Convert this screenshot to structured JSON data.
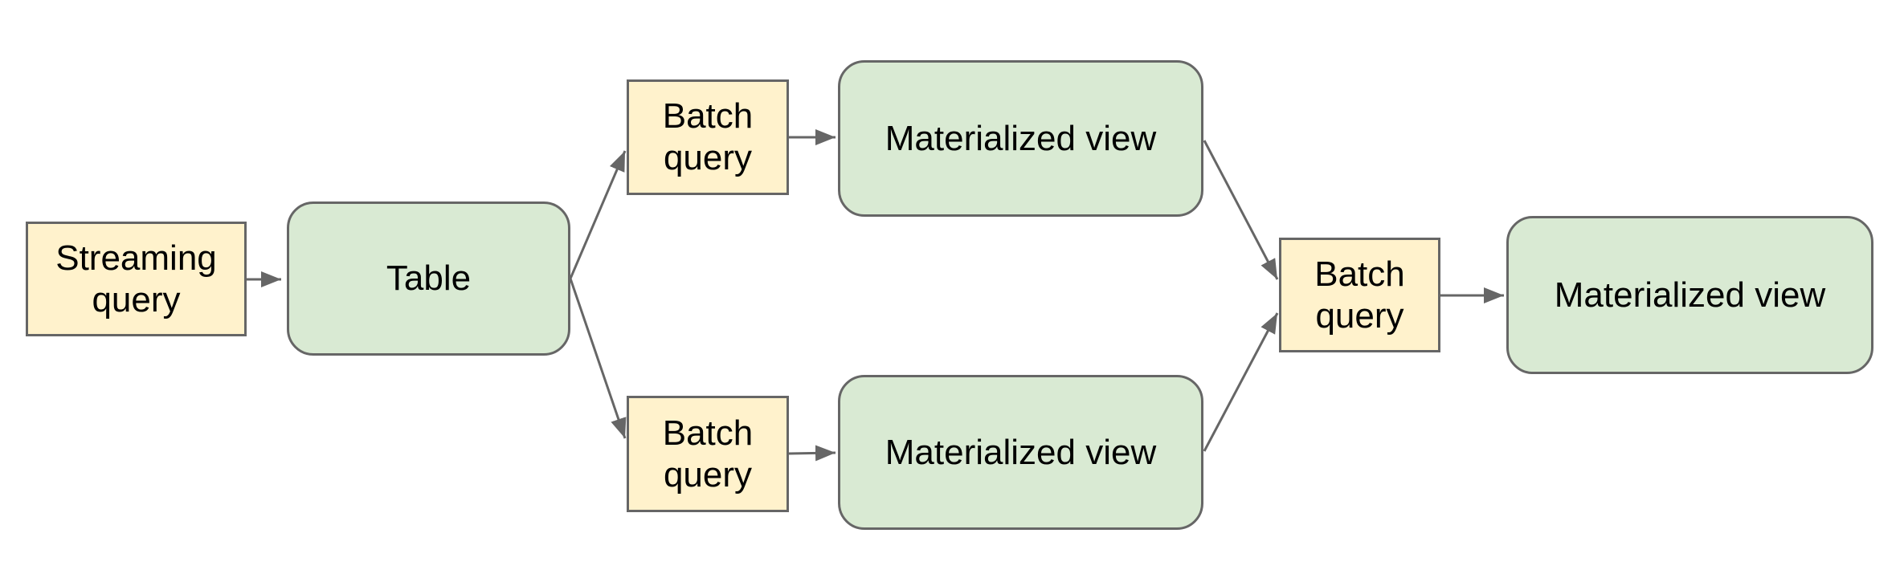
{
  "diagram": {
    "background": "#ffffff",
    "colors": {
      "query_box_fill": "#fff2cc",
      "view_box_fill": "#d9ead3",
      "box_border": "#666666",
      "arrow": "#666666",
      "label_text": "#000000"
    },
    "nodes": [
      {
        "id": "streaming-query",
        "label": "Streaming query",
        "shape": "rectangle",
        "fill": "#fff2cc"
      },
      {
        "id": "table",
        "label": "Table",
        "shape": "rounded-rectangle",
        "fill": "#d9ead3"
      },
      {
        "id": "batch-query-top",
        "label": "Batch query",
        "shape": "rectangle",
        "fill": "#fff2cc"
      },
      {
        "id": "materialized-view-top",
        "label": "Materialized view",
        "shape": "rounded-rectangle",
        "fill": "#d9ead3"
      },
      {
        "id": "batch-query-bottom",
        "label": "Batch query",
        "shape": "rectangle",
        "fill": "#fff2cc"
      },
      {
        "id": "materialized-view-bottom",
        "label": "Materialized view",
        "shape": "rounded-rectangle",
        "fill": "#d9ead3"
      },
      {
        "id": "batch-query-final",
        "label": "Batch query",
        "shape": "rectangle",
        "fill": "#fff2cc"
      },
      {
        "id": "materialized-view-final",
        "label": "Materialized view",
        "shape": "rounded-rectangle",
        "fill": "#d9ead3"
      }
    ],
    "edges": [
      {
        "from": "streaming-query",
        "to": "table"
      },
      {
        "from": "table",
        "to": "batch-query-top"
      },
      {
        "from": "batch-query-top",
        "to": "materialized-view-top"
      },
      {
        "from": "table",
        "to": "batch-query-bottom"
      },
      {
        "from": "batch-query-bottom",
        "to": "materialized-view-bottom"
      },
      {
        "from": "materialized-view-top",
        "to": "batch-query-final"
      },
      {
        "from": "materialized-view-bottom",
        "to": "batch-query-final"
      },
      {
        "from": "batch-query-final",
        "to": "materialized-view-final"
      }
    ]
  }
}
